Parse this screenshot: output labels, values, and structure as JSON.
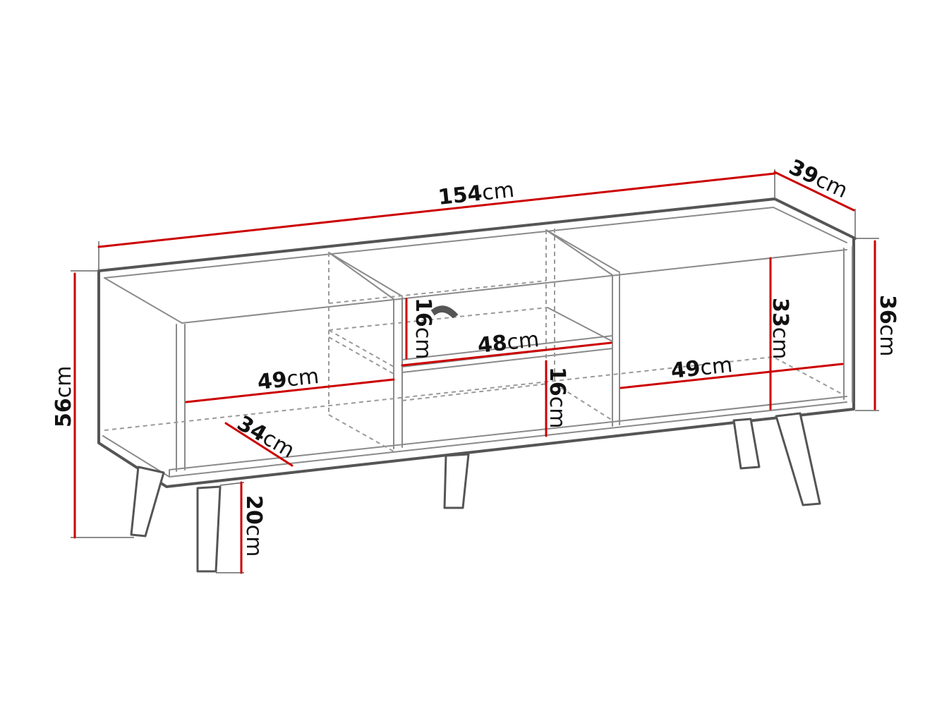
{
  "colors": {
    "dimension_line": "#cc0000",
    "outline": "#555555",
    "outline_light": "#8a8a8a",
    "hidden_line": "#9a9a9a",
    "extension_line": "#666666",
    "text": "#111111"
  },
  "unit": "cm",
  "dimensions": {
    "total_width": "154",
    "depth": "39",
    "total_height": "56",
    "body_height": "36",
    "leg_height": "20",
    "left_compartment_width": "49",
    "right_compartment_width": "49",
    "middle_compartment_width": "48",
    "inner_depth": "34",
    "inner_height": "33",
    "drawer_height": "16",
    "lower_shelf_height": "16"
  }
}
